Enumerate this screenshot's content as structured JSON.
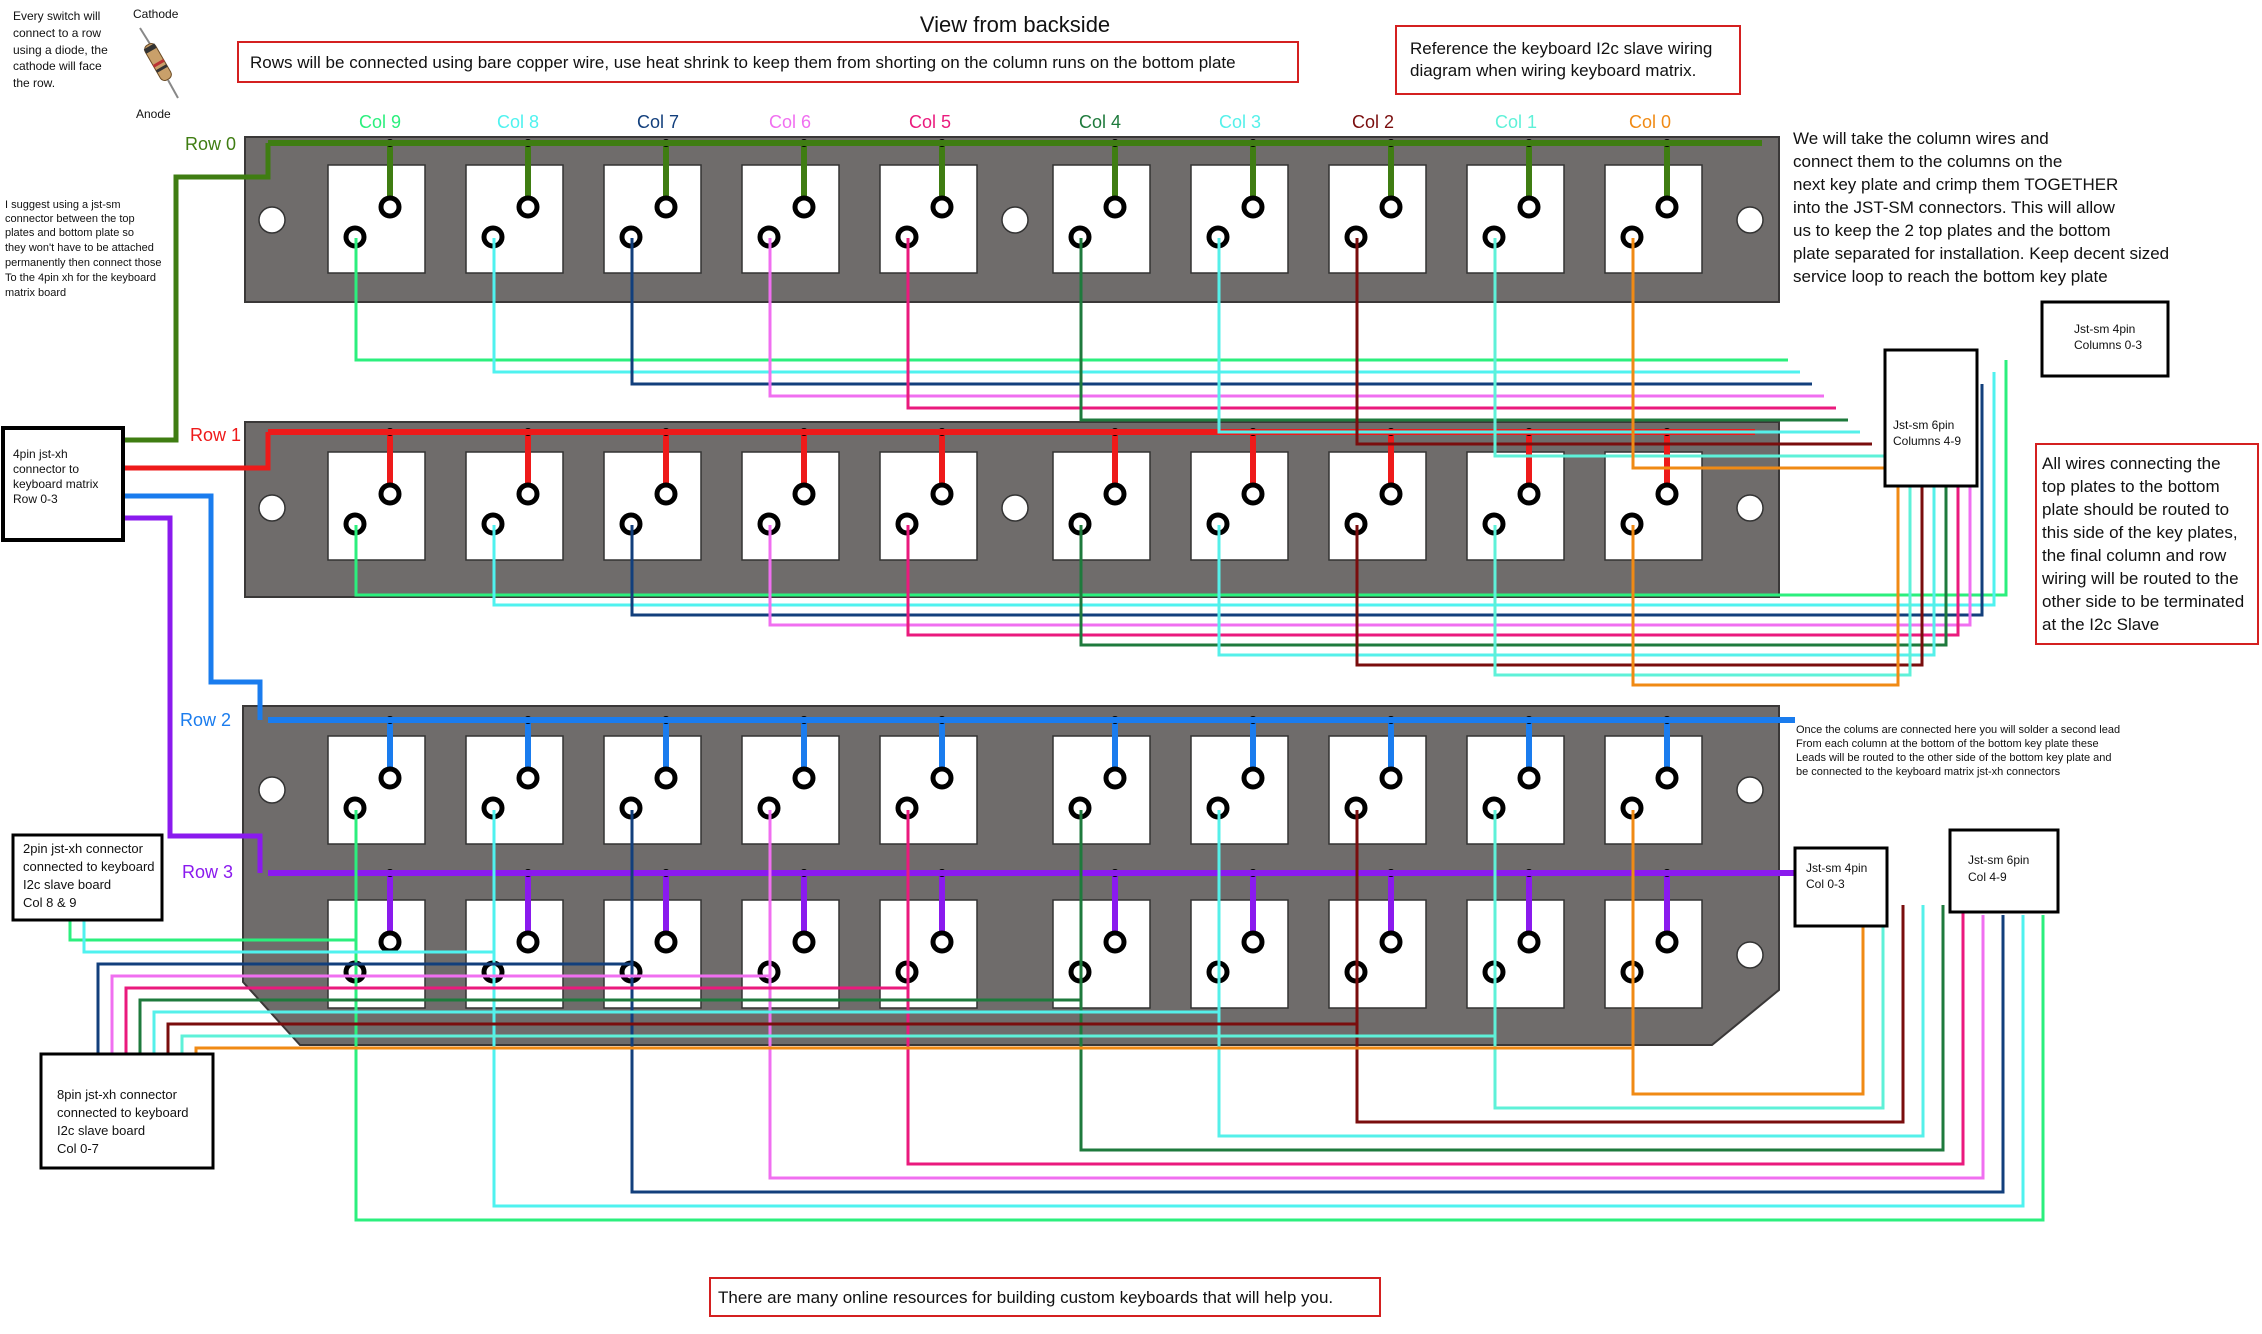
{
  "title": "View from backside",
  "notes": {
    "rows_bare_copper": "Rows will be connected using bare copper wire, use heat shrink to keep them from shorting on the column runs on the bottom plate",
    "reference_i2c": [
      "Reference the keyboard I2c slave wiring",
      "diagram when wiring keyboard matrix."
    ],
    "diode_note": [
      "Every switch will",
      "connect to a row",
      "using a diode, the",
      "cathode will face",
      "the row."
    ],
    "cathode_label": "Cathode",
    "anode_label": "Anode",
    "jst_suggestion": [
      "I suggest using a jst-sm",
      "connector between the top",
      "plates and bottom plate so",
      "they won't have to be attached",
      "permanently then connect those",
      "To the 4pin xh for the keyboard",
      "matrix board"
    ],
    "column_wires": [
      "We will take the column wires and",
      "connect them to the columns on the",
      "next key plate and crimp them TOGETHER",
      "into the JST-SM connectors. This will allow",
      "us to keep the 2 top plates and the bottom",
      "plate separated for installation. Keep decent sized",
      "service loop to reach the bottom key plate"
    ],
    "all_wires": [
      "All wires connecting the",
      "top plates to the bottom",
      "plate should be routed to",
      "this side of the key plates,",
      "the final column and row",
      "wiring will be routed to the",
      "other side to be terminated",
      "at the I2c Slave"
    ],
    "second_lead": [
      "Once the colums are connected here you will solder a second lead",
      "From each column at the bottom of the bottom key plate these",
      "Leads will be routed to the other side of the bottom key plate and",
      "be connected to the keyboard matrix jst-xh connectors"
    ],
    "footer": "There are many online resources  for building custom keyboards that will help you."
  },
  "columns": [
    {
      "label": "Col 9",
      "color": "#2bef7d"
    },
    {
      "label": "Col 8",
      "color": "#4ff2ef"
    },
    {
      "label": "Col 7",
      "color": "#123f7c"
    },
    {
      "label": "Col 6",
      "color": "#f06ff0"
    },
    {
      "label": "Col 5",
      "color": "#ea1a7d"
    },
    {
      "label": "Col 4",
      "color": "#1e7a3c"
    },
    {
      "label": "Col 3",
      "color": "#55f0ea"
    },
    {
      "label": "Col 2",
      "color": "#7a0d0d"
    },
    {
      "label": "Col 1",
      "color": "#5ef1d8"
    },
    {
      "label": "Col 0",
      "color": "#f08a14"
    }
  ],
  "rows": [
    {
      "label": "Row 0",
      "color": "#3f7d12"
    },
    {
      "label": "Row 1",
      "color": "#ee1a1a"
    },
    {
      "label": "Row 2",
      "color": "#1a7cee"
    },
    {
      "label": "Row 3",
      "color": "#8a1aee"
    }
  ],
  "connectors": {
    "xh4_rows": [
      "4pin jst-xh",
      "connector to",
      "keyboard matrix",
      "Row 0-3"
    ],
    "sm4_top": [
      "Jst-sm 4pin",
      "Columns 0-3"
    ],
    "sm6_top": [
      "Jst-sm 6pin",
      "Columns 4-9"
    ],
    "xh2": [
      "2pin jst-xh connector",
      "connected to keyboard",
      "I2c slave board",
      "Col 8 & 9"
    ],
    "xh8": [
      "8pin jst-xh connector",
      "connected to keyboard",
      "I2c slave board",
      "Col 0-7"
    ],
    "sm4_bottom": [
      "Jst-sm 4pin",
      "Col 0-3"
    ],
    "sm6_bottom": [
      "Jst-sm 6pin",
      "Col 4-9"
    ]
  },
  "colors": {
    "plate": "#6f6c6b",
    "plate_border": "#3a3838",
    "note_border": "#d42020",
    "connector_border": "#000000"
  }
}
